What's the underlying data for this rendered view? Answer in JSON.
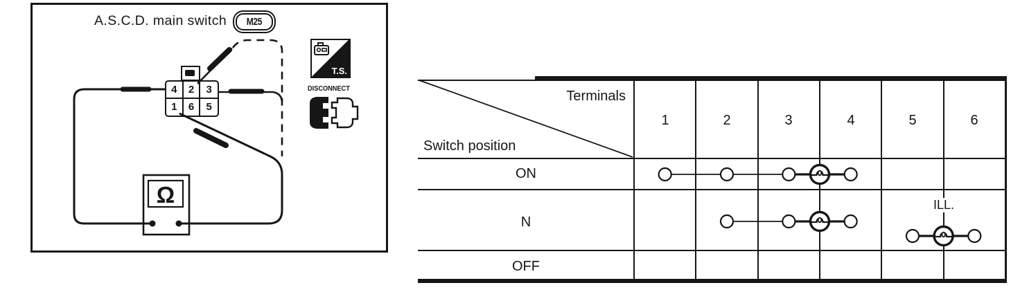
{
  "colors": {
    "ink": "#161616",
    "paper": "#ffffff"
  },
  "diagram": {
    "title": "A.S.C.D. main switch",
    "connector_id": "M25",
    "pins_top": [
      "4",
      "2",
      "3"
    ],
    "pins_bottom": [
      "1",
      "6",
      "5"
    ],
    "meter_symbol": "Ω",
    "ts_label": "T.S.",
    "disconnect_label": "DISCONNECT"
  },
  "table": {
    "corner_top_label": "Terminals",
    "corner_bottom_label": "Switch position",
    "columns": [
      "1",
      "2",
      "3",
      "4",
      "5",
      "6"
    ],
    "rows": [
      {
        "label": "ON",
        "groups": [
          {
            "terminals": [
              1,
              2,
              3,
              4
            ],
            "lamp_between": [
              3,
              4
            ],
            "note": ""
          }
        ]
      },
      {
        "label": "N",
        "groups": [
          {
            "terminals": [
              2,
              3,
              4
            ],
            "lamp_between": [
              3,
              4
            ],
            "note": ""
          },
          {
            "terminals": [
              5,
              6
            ],
            "lamp_between": [
              5,
              6
            ],
            "note": "ILL."
          }
        ]
      },
      {
        "label": "OFF",
        "groups": []
      }
    ]
  }
}
